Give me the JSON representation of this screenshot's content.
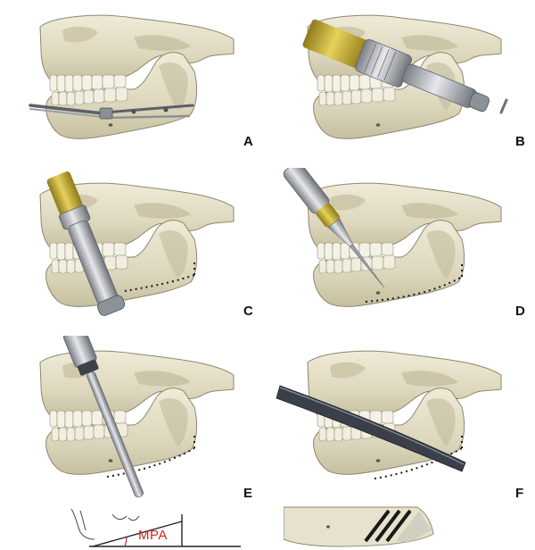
{
  "panels": [
    {
      "id": "A",
      "label": "A",
      "tool": "caliper"
    },
    {
      "id": "B",
      "label": "B",
      "tool": "handpiece"
    },
    {
      "id": "C",
      "label": "C",
      "tool": "contra-angle-burr"
    },
    {
      "id": "D",
      "label": "D",
      "tool": "piezo-tip"
    },
    {
      "id": "E",
      "label": "E",
      "tool": "straight-burr"
    },
    {
      "id": "F",
      "label": "F",
      "tool": "saw-blade"
    }
  ],
  "annotation": {
    "mpa": "MPA"
  },
  "colors": {
    "bone": "#e8e4cf",
    "bone_shadow": "#b9b397",
    "bone_outline": "#8c8670",
    "teeth": "#f4f2e6",
    "metal": "#b8bcc2",
    "metal_dark": "#6d7178",
    "gold": "#c9b13a",
    "blade": "#3b3f4a",
    "accent_red": "#d8202a"
  }
}
